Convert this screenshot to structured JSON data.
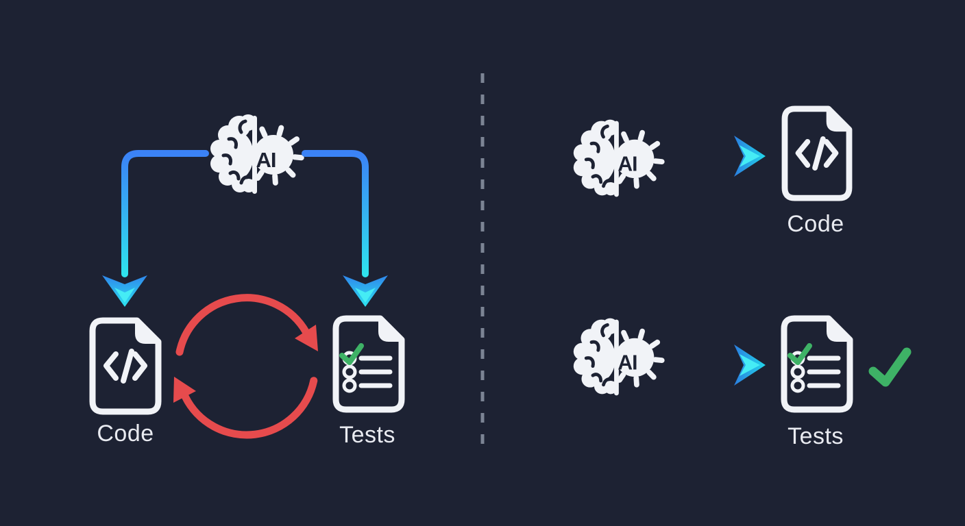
{
  "illustration": {
    "theme": {
      "background": "#1d2233",
      "icon_white": "#f1f3f7",
      "arrow_blue": "#3b82f6",
      "arrow_cyan": "#2bdceb",
      "cycle_red": "#e64b4d",
      "check_green": "#3eb266",
      "divider_gray": "#7c8494"
    },
    "left": {
      "ai_label": "AI",
      "code_label": "Code",
      "tests_label": "Tests"
    },
    "right": {
      "top": {
        "ai_label": "AI",
        "doc_label": "Code"
      },
      "bottom": {
        "ai_label": "AI",
        "doc_label": "Tests"
      }
    }
  }
}
